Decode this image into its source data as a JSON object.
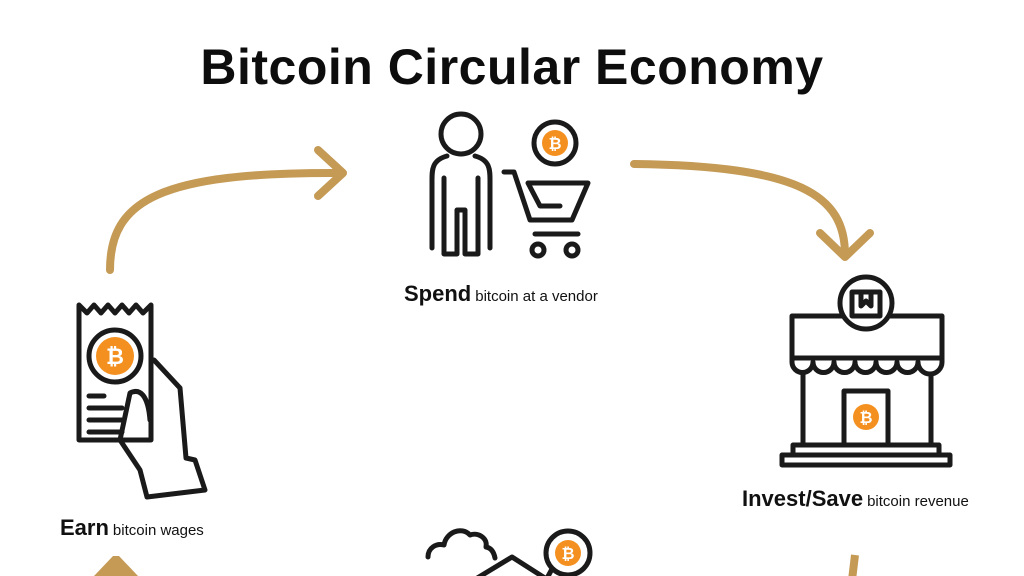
{
  "title": "Bitcoin Circular Economy",
  "colors": {
    "arrow": "#c49a55",
    "bitcoin_orange": "#f4901f",
    "outline": "#1a1a1a",
    "background": "#ffffff"
  },
  "stages": [
    {
      "verb": "Spend",
      "rest": "bitcoin at a vendor",
      "icon": "person-with-shopping-cart-icon"
    },
    {
      "verb": "Invest/Save",
      "rest": "bitcoin revenue",
      "icon": "storefront-icon"
    },
    {
      "verb": "",
      "rest": "",
      "icon": "house-with-cloud-icon"
    },
    {
      "verb": "Earn",
      "rest": "bitcoin wages",
      "icon": "hand-holding-receipt-icon"
    }
  ],
  "bitcoin_symbol": "₿",
  "arrows": [
    {
      "from": "Earn",
      "to": "Spend",
      "direction": "clockwise"
    },
    {
      "from": "Spend",
      "to": "Invest/Save",
      "direction": "clockwise"
    },
    {
      "from": "Invest/Save",
      "to": "bottom",
      "direction": "clockwise"
    },
    {
      "from": "bottom",
      "to": "Earn",
      "direction": "clockwise"
    }
  ]
}
